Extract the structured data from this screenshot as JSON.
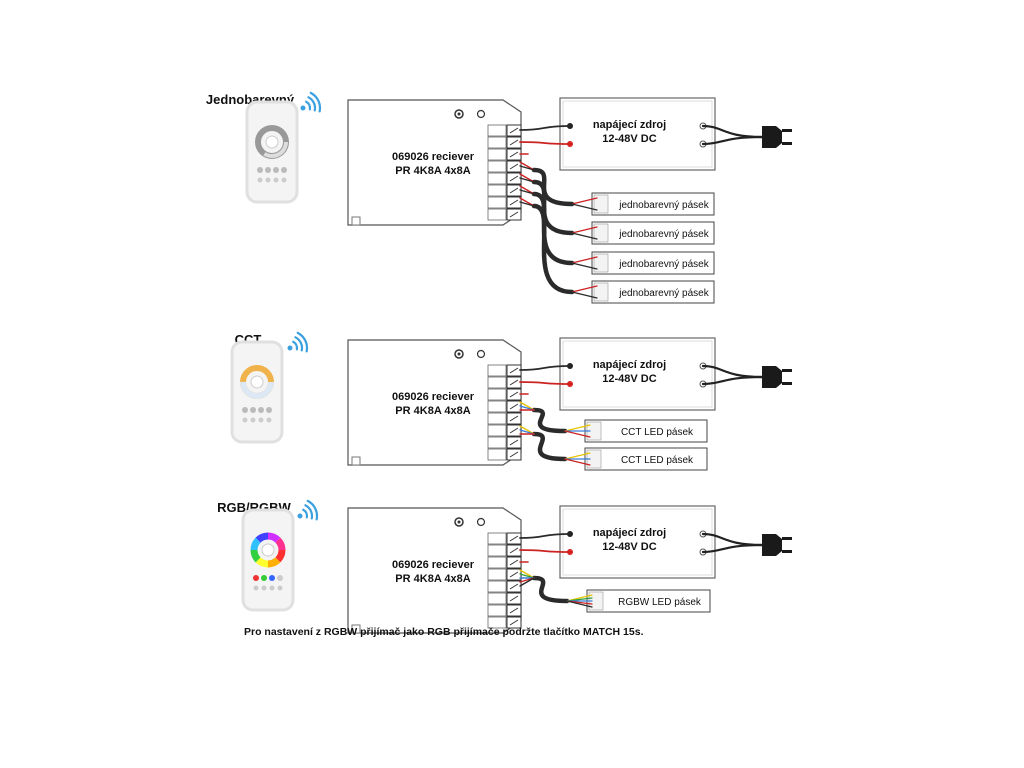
{
  "sections": [
    {
      "title": "Jednobarevný",
      "receiver": {
        "line1": "069026 reciever",
        "line2": "PR 4K8A 4x8A"
      },
      "power_supply": {
        "line1": "napájecí zdroj",
        "line2": "12-48V DC"
      },
      "strips": [
        "jednobarevný pásek",
        "jednobarevný pásek",
        "jednobarevný pásek",
        "jednobarevný pásek"
      ]
    },
    {
      "title": "CCT",
      "receiver": {
        "line1": "069026 reciever",
        "line2": "PR 4K8A 4x8A"
      },
      "power_supply": {
        "line1": "napájecí zdroj",
        "line2": "12-48V DC"
      },
      "strips": [
        "CCT LED pásek",
        "CCT LED pásek"
      ]
    },
    {
      "title": "RGB/RGBW",
      "receiver": {
        "line1": "069026 reciever",
        "line2": "PR 4K8A 4x8A"
      },
      "power_supply": {
        "line1": "napájecí zdroj",
        "line2": "12-48V DC"
      },
      "strips": [
        "RGBW LED pásek"
      ]
    }
  ],
  "note": "Pro nastavení z RGBW přijímač jako RGB přijímače podržte tlačítko MATCH 15s.",
  "colors": {
    "wire_black": "#2a2a2a",
    "wire_red": "#cc2222",
    "wire_yellow": "#e8c400",
    "wire_blue": "#3a7bd5",
    "wire_green": "#2e9e44",
    "wifi": "#3aa0e0"
  }
}
